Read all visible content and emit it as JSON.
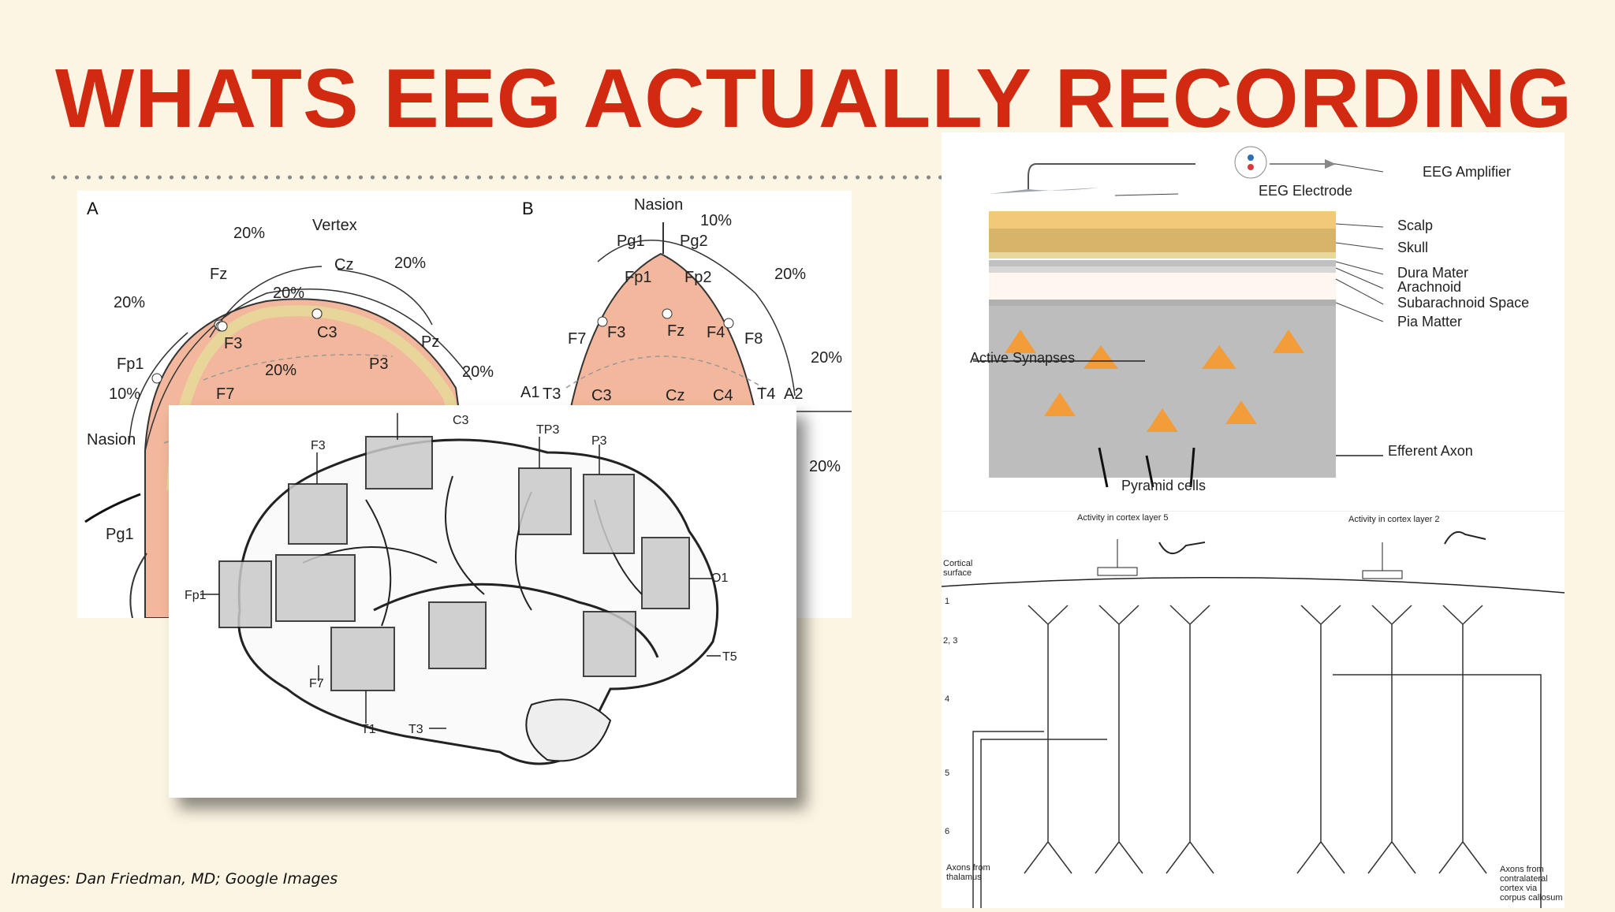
{
  "slide": {
    "title": "WHATS EEG ACTUALLY RECORDING",
    "credit": "Images: Dan Friedman, MD; Google Images"
  },
  "figure_1020": {
    "panel_a_label": "A",
    "panel_b_label": "B",
    "a_labels": [
      "20%",
      "Vertex",
      "20%",
      "20%",
      "20%",
      "20%",
      "20%",
      "10%",
      "Nasion",
      "Fz",
      "Cz",
      "F3",
      "C3",
      "P3",
      "Pz",
      "Fp1",
      "F7",
      "Pg1"
    ],
    "b_labels": [
      "Nasion",
      "10%",
      "Pg1",
      "Pg2",
      "Fp1",
      "Fp2",
      "20%",
      "F7",
      "F3",
      "Fz",
      "F4",
      "F8",
      "20%",
      "A1",
      "T3",
      "C3",
      "Cz",
      "C4",
      "T4",
      "A2",
      "20%"
    ]
  },
  "figure_brain": {
    "labels": [
      "C3",
      "TP3",
      "P3",
      "F3",
      "Fp1",
      "O1",
      "F7",
      "T5",
      "T1",
      "T3"
    ]
  },
  "figure_layers": {
    "amplifier": "EEG Amplifier",
    "electrode": "EEG Electrode",
    "layers": [
      "Scalp",
      "Skull",
      "Dura Mater",
      "Arachnoid",
      "Subarachnoid Space",
      "Pia Matter"
    ],
    "synapses": "Active Synapses",
    "axon": "Efferent Axon",
    "pyramids": "Pyramid cells"
  },
  "figure_cortex": {
    "activity_l5": "Activity in cortex layer 5",
    "activity_l2": "Activity in cortex layer 2",
    "surface_1": "Cortical",
    "surface_2": "surface",
    "layer_nums": [
      "1",
      "2, 3",
      "4",
      "5",
      "6"
    ],
    "thal_1": "Axons from",
    "thal_2": "thalamus",
    "contra_1": "Axons from",
    "contra_2": "contralateral",
    "contra_3": "cortex via",
    "contra_4": "corpus callosum"
  }
}
